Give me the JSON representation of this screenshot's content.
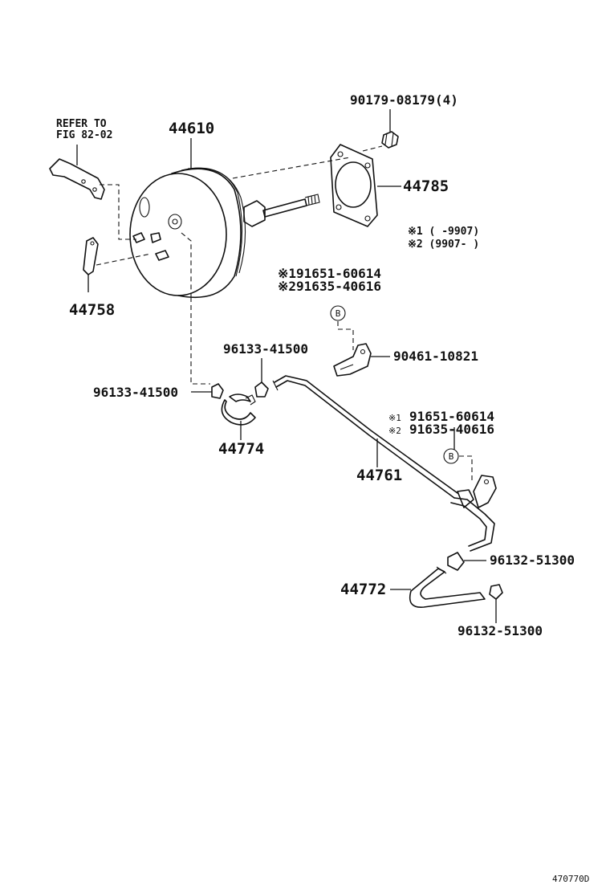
{
  "refer": {
    "line1": "REFER TO",
    "line2": "FIG 82-02"
  },
  "labels": {
    "booster": "44610",
    "bolt": "90179-08179(4)",
    "gasket": "44785",
    "pin": "44758",
    "clampA1": "※191651-60614",
    "clampA2": "※291635-40616",
    "marker": "B",
    "bracket": "90461-10821",
    "clipTop": "96133-41500",
    "clipLeft": "96133-41500",
    "hoseSmall": "44774",
    "clampB1": "91651-60614",
    "clampB2": "91635-40616",
    "clampB1mark": "※1",
    "clampB2mark": "※2",
    "tube": "44761",
    "clipRight": "96132-51300",
    "hoseLarge": "44772",
    "clipBottom": "96132-51300",
    "footnote1": "※1 (      -9907)",
    "footnote2": "※2 (9907-      )",
    "figId": "470770D"
  }
}
